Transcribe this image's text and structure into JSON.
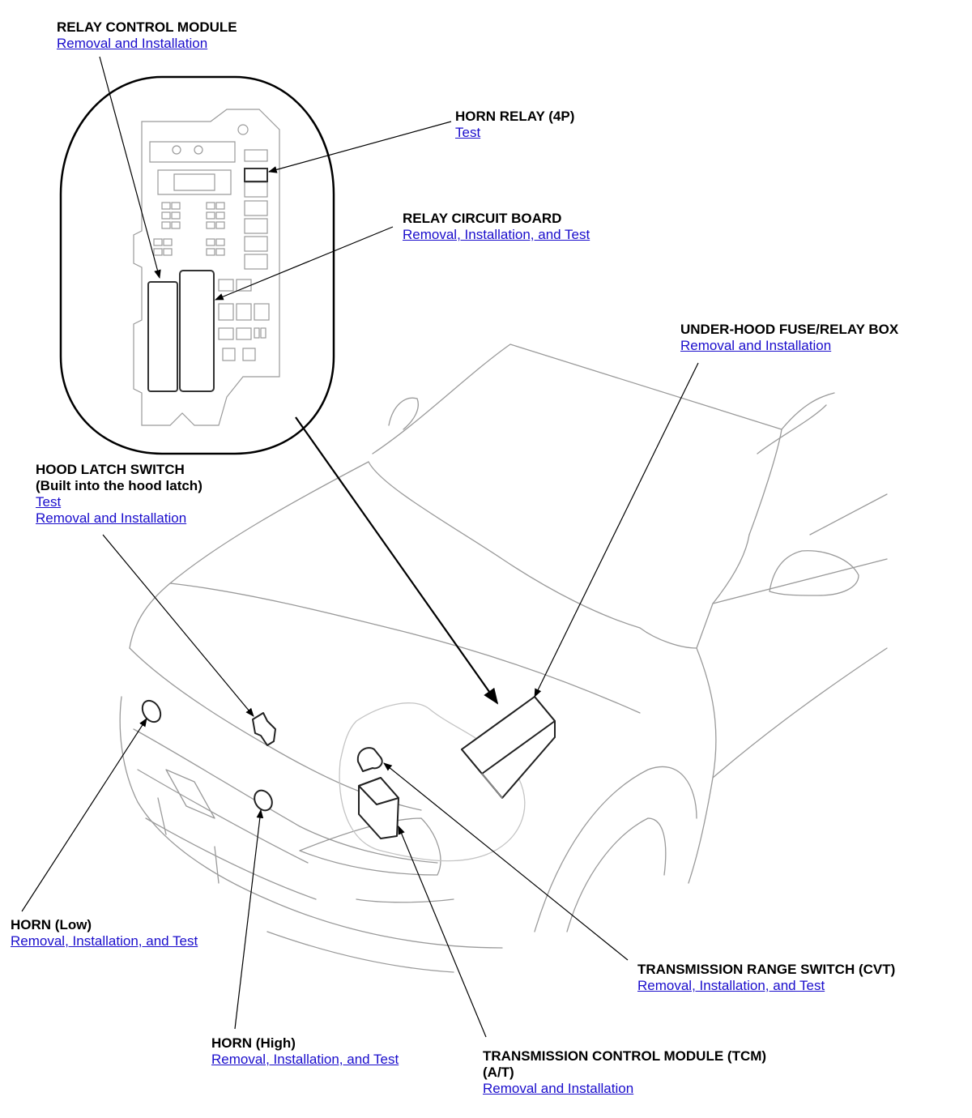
{
  "callouts": {
    "relay_control_module": {
      "title": "RELAY CONTROL MODULE",
      "links": [
        "Removal and Installation"
      ]
    },
    "horn_relay": {
      "title": "HORN RELAY (4P)",
      "links": [
        "Test"
      ]
    },
    "relay_circuit_board": {
      "title": "RELAY CIRCUIT BOARD",
      "links": [
        "Removal, Installation, and Test"
      ]
    },
    "under_hood_fuse_box": {
      "title": "UNDER-HOOD FUSE/RELAY BOX",
      "links": [
        "Removal and Installation"
      ]
    },
    "hood_latch_switch": {
      "title": "HOOD LATCH SWITCH",
      "subtitle": "(Built into the hood latch)",
      "links": [
        "Test",
        "Removal and Installation"
      ]
    },
    "horn_low": {
      "title": "HORN (Low)",
      "links": [
        "Removal, Installation, and Test"
      ]
    },
    "horn_high": {
      "title": "HORN (High)",
      "links": [
        "Removal, Installation, and Test"
      ]
    },
    "transmission_range_switch": {
      "title": "TRANSMISSION RANGE SWITCH (CVT)",
      "links": [
        "Removal, Installation, and Test"
      ]
    },
    "tcm": {
      "title": "TRANSMISSION CONTROL MODULE (TCM)",
      "subtitle": "(A/T)",
      "links": [
        "Removal and Installation"
      ]
    }
  },
  "colors": {
    "link": "#1a0dcc",
    "text": "#000000",
    "car_outline": "#9a9a9a"
  }
}
